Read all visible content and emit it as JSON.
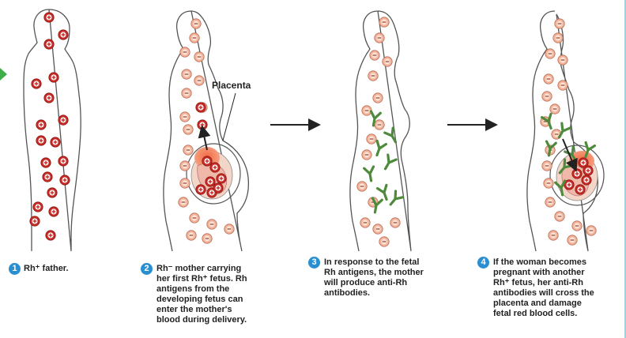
{
  "colors": {
    "badge": "#2a8fd0",
    "rh_positive": "#c62a25",
    "rh_negative": "#f3b39a",
    "antibody": "#4e8a3c",
    "placenta": "#ee6a45",
    "outline": "#555555",
    "arrow": "#222222"
  },
  "icons": {
    "rh_positive": "plus-circle-icon",
    "rh_negative": "minus-circle-icon",
    "antibody": "y-shaped-antibody-icon",
    "step_arrow": "right-arrow-icon"
  },
  "labels": {
    "placenta": "Placenta"
  },
  "steps": [
    {
      "number": "1",
      "lines": [
        "Rh⁺ father."
      ]
    },
    {
      "number": "2",
      "lines": [
        "Rh⁻ mother carrying",
        "her first Rh⁺ fetus.  Rh",
        "antigens from the",
        "developing fetus can",
        "enter the mother's",
        "blood during delivery."
      ]
    },
    {
      "number": "3",
      "lines": [
        "In response to the fetal",
        "Rh antigens, the mother",
        "will produce anti-Rh",
        "antibodies."
      ]
    },
    {
      "number": "4",
      "lines": [
        "If the woman becomes",
        "pregnant with another",
        "Rh⁺ fetus, her anti-Rh",
        "antibodies will cross the",
        "placenta and damage",
        "fetal red blood cells."
      ]
    }
  ]
}
